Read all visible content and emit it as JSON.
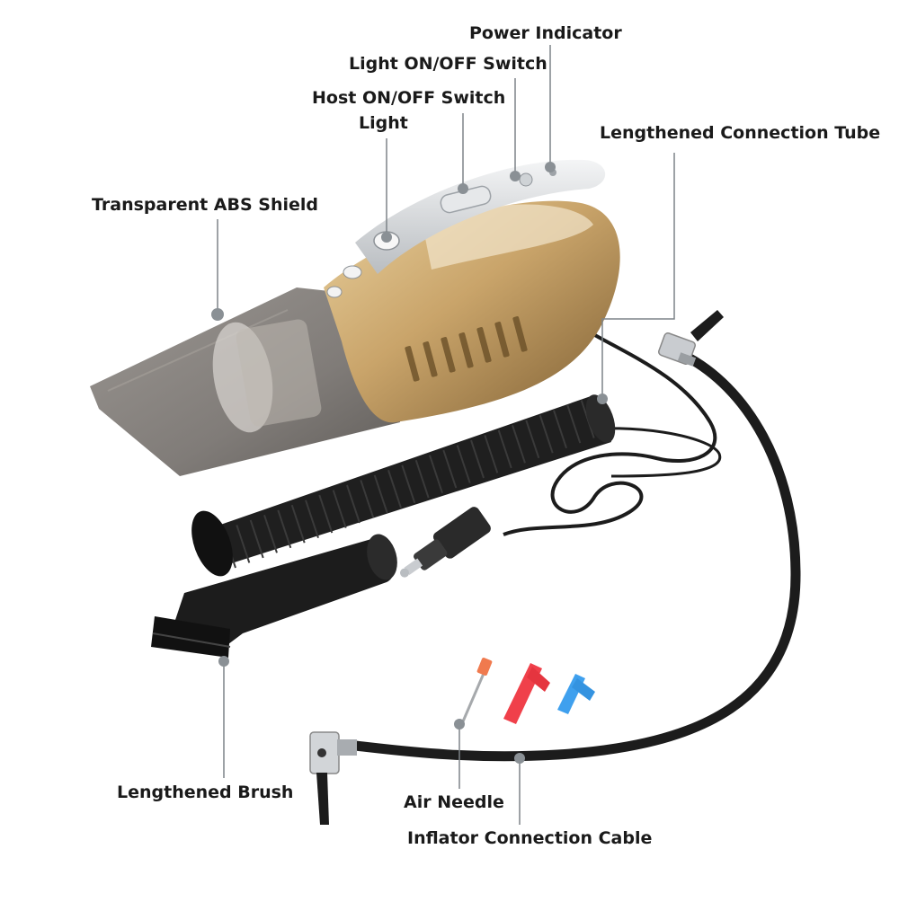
{
  "labels": {
    "power_indicator": "Power Indicator",
    "light_switch": "Light ON/OFF Switch",
    "host_switch": "Host ON/OFF Switch",
    "light": "Light",
    "connection_tube": "Lengthened Connection Tube",
    "abs_shield": "Transparent ABS Shield",
    "brush": "Lengthened Brush",
    "air_needle": "Air Needle",
    "inflator_cable": "Inflator Connection Cable"
  },
  "colors": {
    "body_gold": "#c9a46a",
    "body_gold_dark": "#8a6a3c",
    "trim_silver": "#d9dcdf",
    "shield_gray": "#6f6a66",
    "hose_black": "#1c1c1c",
    "leader_gray": "#7d8388",
    "needle_orange": "#f07a4e",
    "nozzle_red": "#f0404a",
    "nozzle_blue": "#3fa0ee"
  }
}
